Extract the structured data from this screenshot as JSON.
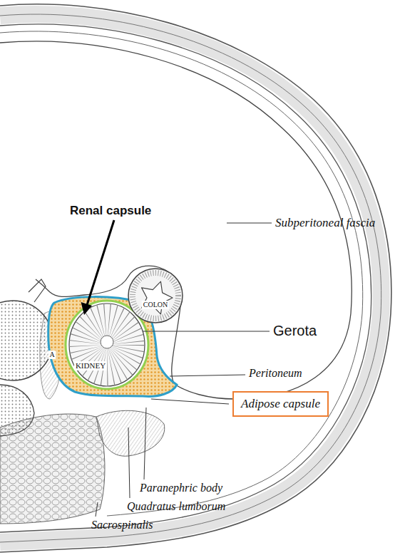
{
  "diagram": {
    "nodes": [
      {
        "text": [
          "Adipose capsule"
        ]
      }
    ],
    "labels": [
      "Renal capsule",
      "Subperitoneal fascia",
      "COLON",
      "Gerota",
      "KIDNEY",
      "Peritoneum",
      "A",
      "Paranephric body",
      "Quadratus lumborum",
      "Sacrospinalis"
    ]
  }
}
